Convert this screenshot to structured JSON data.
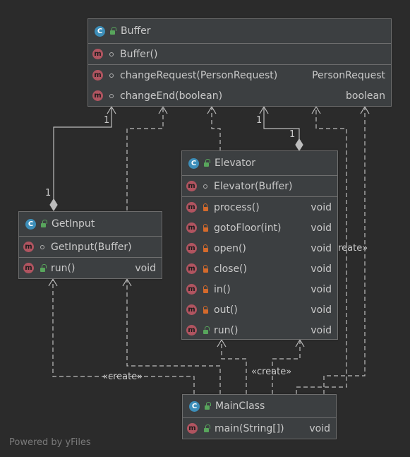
{
  "classes": {
    "buffer": {
      "name": "Buffer",
      "constructor": "Buffer()",
      "methods": [
        {
          "name": "changeRequest(PersonRequest)",
          "type": "PersonRequest"
        },
        {
          "name": "changeEnd(boolean)",
          "type": "boolean"
        }
      ]
    },
    "elevator": {
      "name": "Elevator",
      "constructor": "Elevator(Buffer)",
      "methods": [
        {
          "name": "process()",
          "type": "void"
        },
        {
          "name": "gotoFloor(int)",
          "type": "void"
        },
        {
          "name": "open()",
          "type": "void"
        },
        {
          "name": "close()",
          "type": "void"
        },
        {
          "name": "in()",
          "type": "void"
        },
        {
          "name": "out()",
          "type": "void"
        },
        {
          "name": "run()",
          "type": "void"
        }
      ]
    },
    "getinput": {
      "name": "GetInput",
      "constructor": "GetInput(Buffer)",
      "methods": [
        {
          "name": "run()",
          "type": "void"
        }
      ]
    },
    "mainclass": {
      "name": "MainClass",
      "methods": [
        {
          "name": "main(String[])",
          "type": "void"
        }
      ]
    }
  },
  "icons": {
    "class_letter": "C",
    "method_letter": "m"
  },
  "labels": {
    "mult_buffer_getinput_top": "1",
    "mult_buffer_getinput_bottom": "1",
    "mult_buffer_elevator_top": "1",
    "mult_buffer_elevator_bottom": "1",
    "create_getinput": "«create»",
    "create_elevator": "«create»",
    "create_buffer": "«create»"
  },
  "footer": "Powered by yFiles",
  "colors": {
    "background": "#2b2b2b",
    "node": "#3c3f41",
    "class_icon": "#3d8eb9",
    "method_icon": "#b05460",
    "public_lock": "#58a55c",
    "private_lock": "#d46a2c"
  }
}
